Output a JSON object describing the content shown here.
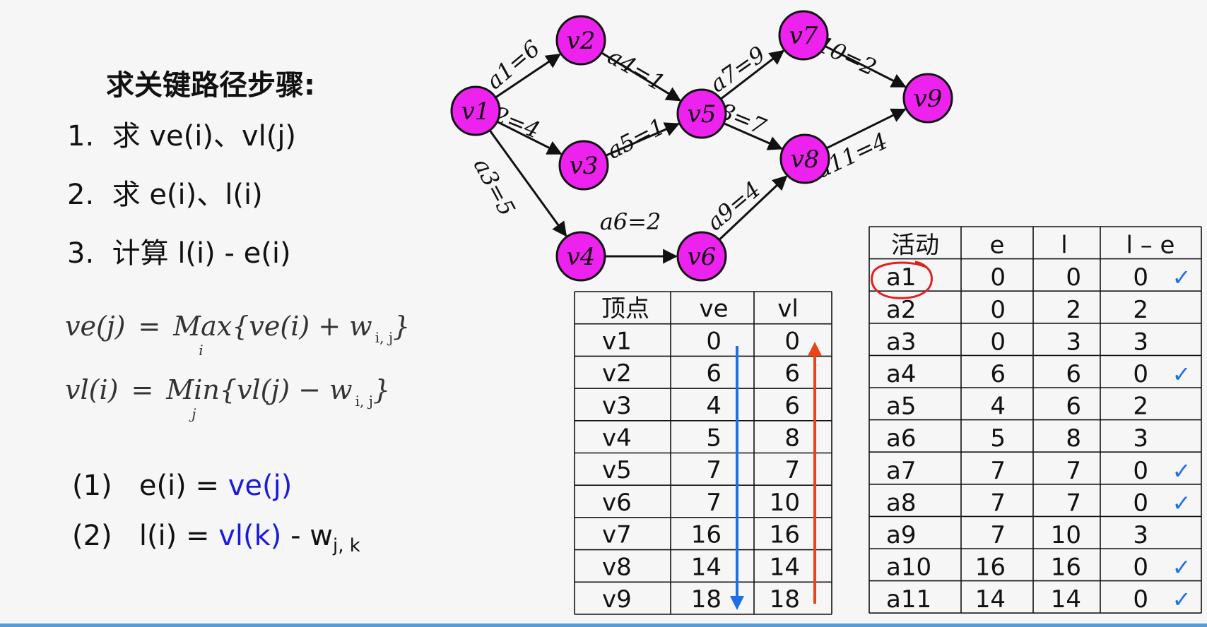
{
  "title": "求关键路径步骤:",
  "steps": [
    {
      "num": "1.",
      "text": "求 ve(i)、vl(j)"
    },
    {
      "num": "2.",
      "text": "求 e(i)、l(i)"
    },
    {
      "num": "3.",
      "text": "计算 l(i) - e(i)"
    }
  ],
  "formula1": {
    "lhs": "ve(j)",
    "eq": "=",
    "fn": "Max",
    "under": "i",
    "body": "{ve(i) + w",
    "sub": "i, j",
    "close": "}"
  },
  "formula2": {
    "lhs": "vl(i)",
    "eq": "=",
    "fn": "Min",
    "under": "j",
    "body": "{vl(j) − w",
    "sub": "i, j",
    "close": "}"
  },
  "eq1": {
    "num": "(1)",
    "lhs": "e(i) = ",
    "rhs": "ve(j)"
  },
  "eq2": {
    "num": "(2)",
    "lhs": "l(i) = ",
    "rhs": "vl(k)",
    "tail": " - w",
    "sub": "j, k"
  },
  "graph": {
    "nodes": [
      "v1",
      "v2",
      "v3",
      "v4",
      "v5",
      "v6",
      "v7",
      "v8",
      "v9"
    ],
    "edges": [
      {
        "from": "v1",
        "to": "v2",
        "label": "a1=6"
      },
      {
        "from": "v1",
        "to": "v3",
        "label": "a2=4"
      },
      {
        "from": "v1",
        "to": "v4",
        "label": "a3=5"
      },
      {
        "from": "v2",
        "to": "v5",
        "label": "a4=1"
      },
      {
        "from": "v3",
        "to": "v5",
        "label": "a5=1"
      },
      {
        "from": "v4",
        "to": "v6",
        "label": "a6=2"
      },
      {
        "from": "v5",
        "to": "v7",
        "label": "a7=9"
      },
      {
        "from": "v5",
        "to": "v8",
        "label": "a8=7"
      },
      {
        "from": "v6",
        "to": "v8",
        "label": "a9=4"
      },
      {
        "from": "v7",
        "to": "v9",
        "label": "a10=2"
      },
      {
        "from": "v8",
        "to": "v9",
        "label": "a11=4"
      }
    ]
  },
  "vertex_table": {
    "headers": [
      "顶点",
      "ve",
      "vl"
    ],
    "rows": [
      [
        "v1",
        "0",
        "0"
      ],
      [
        "v2",
        "6",
        "6"
      ],
      [
        "v3",
        "4",
        "6"
      ],
      [
        "v4",
        "5",
        "8"
      ],
      [
        "v5",
        "7",
        "7"
      ],
      [
        "v6",
        "7",
        "10"
      ],
      [
        "v7",
        "16",
        "16"
      ],
      [
        "v8",
        "14",
        "14"
      ],
      [
        "v9",
        "18",
        "18"
      ]
    ]
  },
  "activity_table": {
    "headers": [
      "活动",
      "e",
      "l",
      "l – e"
    ],
    "rows": [
      [
        "a1",
        "0",
        "0",
        "0"
      ],
      [
        "a2",
        "0",
        "2",
        "2"
      ],
      [
        "a3",
        "0",
        "3",
        "3"
      ],
      [
        "a4",
        "6",
        "6",
        "0"
      ],
      [
        "a5",
        "4",
        "6",
        "2"
      ],
      [
        "a6",
        "5",
        "8",
        "3"
      ],
      [
        "a7",
        "7",
        "7",
        "0"
      ],
      [
        "a8",
        "7",
        "7",
        "0"
      ],
      [
        "a9",
        "7",
        "10",
        "3"
      ],
      [
        "a10",
        "16",
        "16",
        "0"
      ],
      [
        "a11",
        "14",
        "14",
        "0"
      ]
    ],
    "check_mark": "✓"
  },
  "colors": {
    "node": "#ee22ee",
    "forward_arrow": "#1f6fe5",
    "backward_arrow": "#e8431a",
    "check": "#1f6fe5",
    "highlight": "#e02020",
    "formula_blue": "#1a1adb"
  }
}
